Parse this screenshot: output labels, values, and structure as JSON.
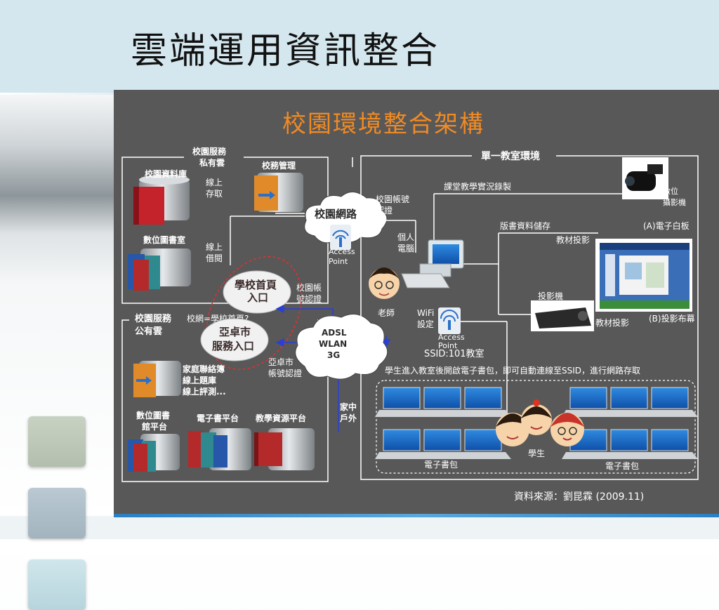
{
  "slide_title": "雲端運用資訊整合",
  "diagram_title": "校園環境整合架構",
  "private_cloud": {
    "heading_line1": "校園服務",
    "heading_line2": "私有雲",
    "campus_db": "校園資料庫",
    "online_access_1": "線上",
    "online_access_2": "存取",
    "school_admin": "校務管理",
    "digital_library": "數位圖書室",
    "online_borrow_1": "線上",
    "online_borrow_2": "借閱"
  },
  "campus_network": "校園網路",
  "campus_account_1": "校園帳號",
  "campus_account_2": "認證",
  "access_point_1": "Access",
  "access_point_2": "Point",
  "school_home_1": "學校首頁",
  "school_home_2": "入口",
  "campus_account_auth_1": "校園帳",
  "campus_account_auth_2": "號認證",
  "public_cloud": {
    "heading_line1": "校園服務",
    "heading_line2": "公有雲",
    "campus_net_note": "校網=學校首頁?",
    "yazhuo_1": "亞卓市",
    "yazhuo_2": "服務入口",
    "yazhuo_account_1": "亞卓市",
    "yazhuo_account_2": "帳號認證",
    "family_contact": "家庭聯絡簿",
    "online_bank": "線上題庫",
    "online_test": "線上評測...",
    "digital_library_1": "數位圖書",
    "digital_library_2": "館平台",
    "ebook_platform": "電子書平台",
    "teaching_resources": "教學資源平台"
  },
  "adsl_1": "ADSL",
  "adsl_2": "WLAN",
  "adsl_3": "3G",
  "home_outdoor_1": "家中",
  "home_outdoor_2": "戶外",
  "classroom": {
    "heading": "單一教室環境",
    "recording": "課堂教學實況錄製",
    "camera_1": "數位",
    "camera_2": "攝影機",
    "personal_pc_1": "個人",
    "personal_pc_2": "電腦",
    "board_storage": "版書資料儲存",
    "whiteboard": "(A)電子白板",
    "material_projection": "教材投影",
    "projector": "投影機",
    "material_projection_2": "教材投影",
    "projection_screen": "(B)投影布幕",
    "teacher": "老師",
    "wifi_1": "WiFi",
    "wifi_2": "設定",
    "ssid": "SSID:101教室",
    "student_note": "學生進入教室後開啟電子書包，即可自動連線至SSID，進行網路存取",
    "student": "學生",
    "ebag_left": "電子書包",
    "ebag_right": "電子書包"
  },
  "source": "資料來源：劉昆霖 (2009.11)",
  "colors": {
    "title_band": "#d4e7ee",
    "panel_bg": "#585858",
    "diagram_title": "#f08a24",
    "red_ellipse": "#e03030",
    "blue_arrow": "#2a3fd6"
  }
}
